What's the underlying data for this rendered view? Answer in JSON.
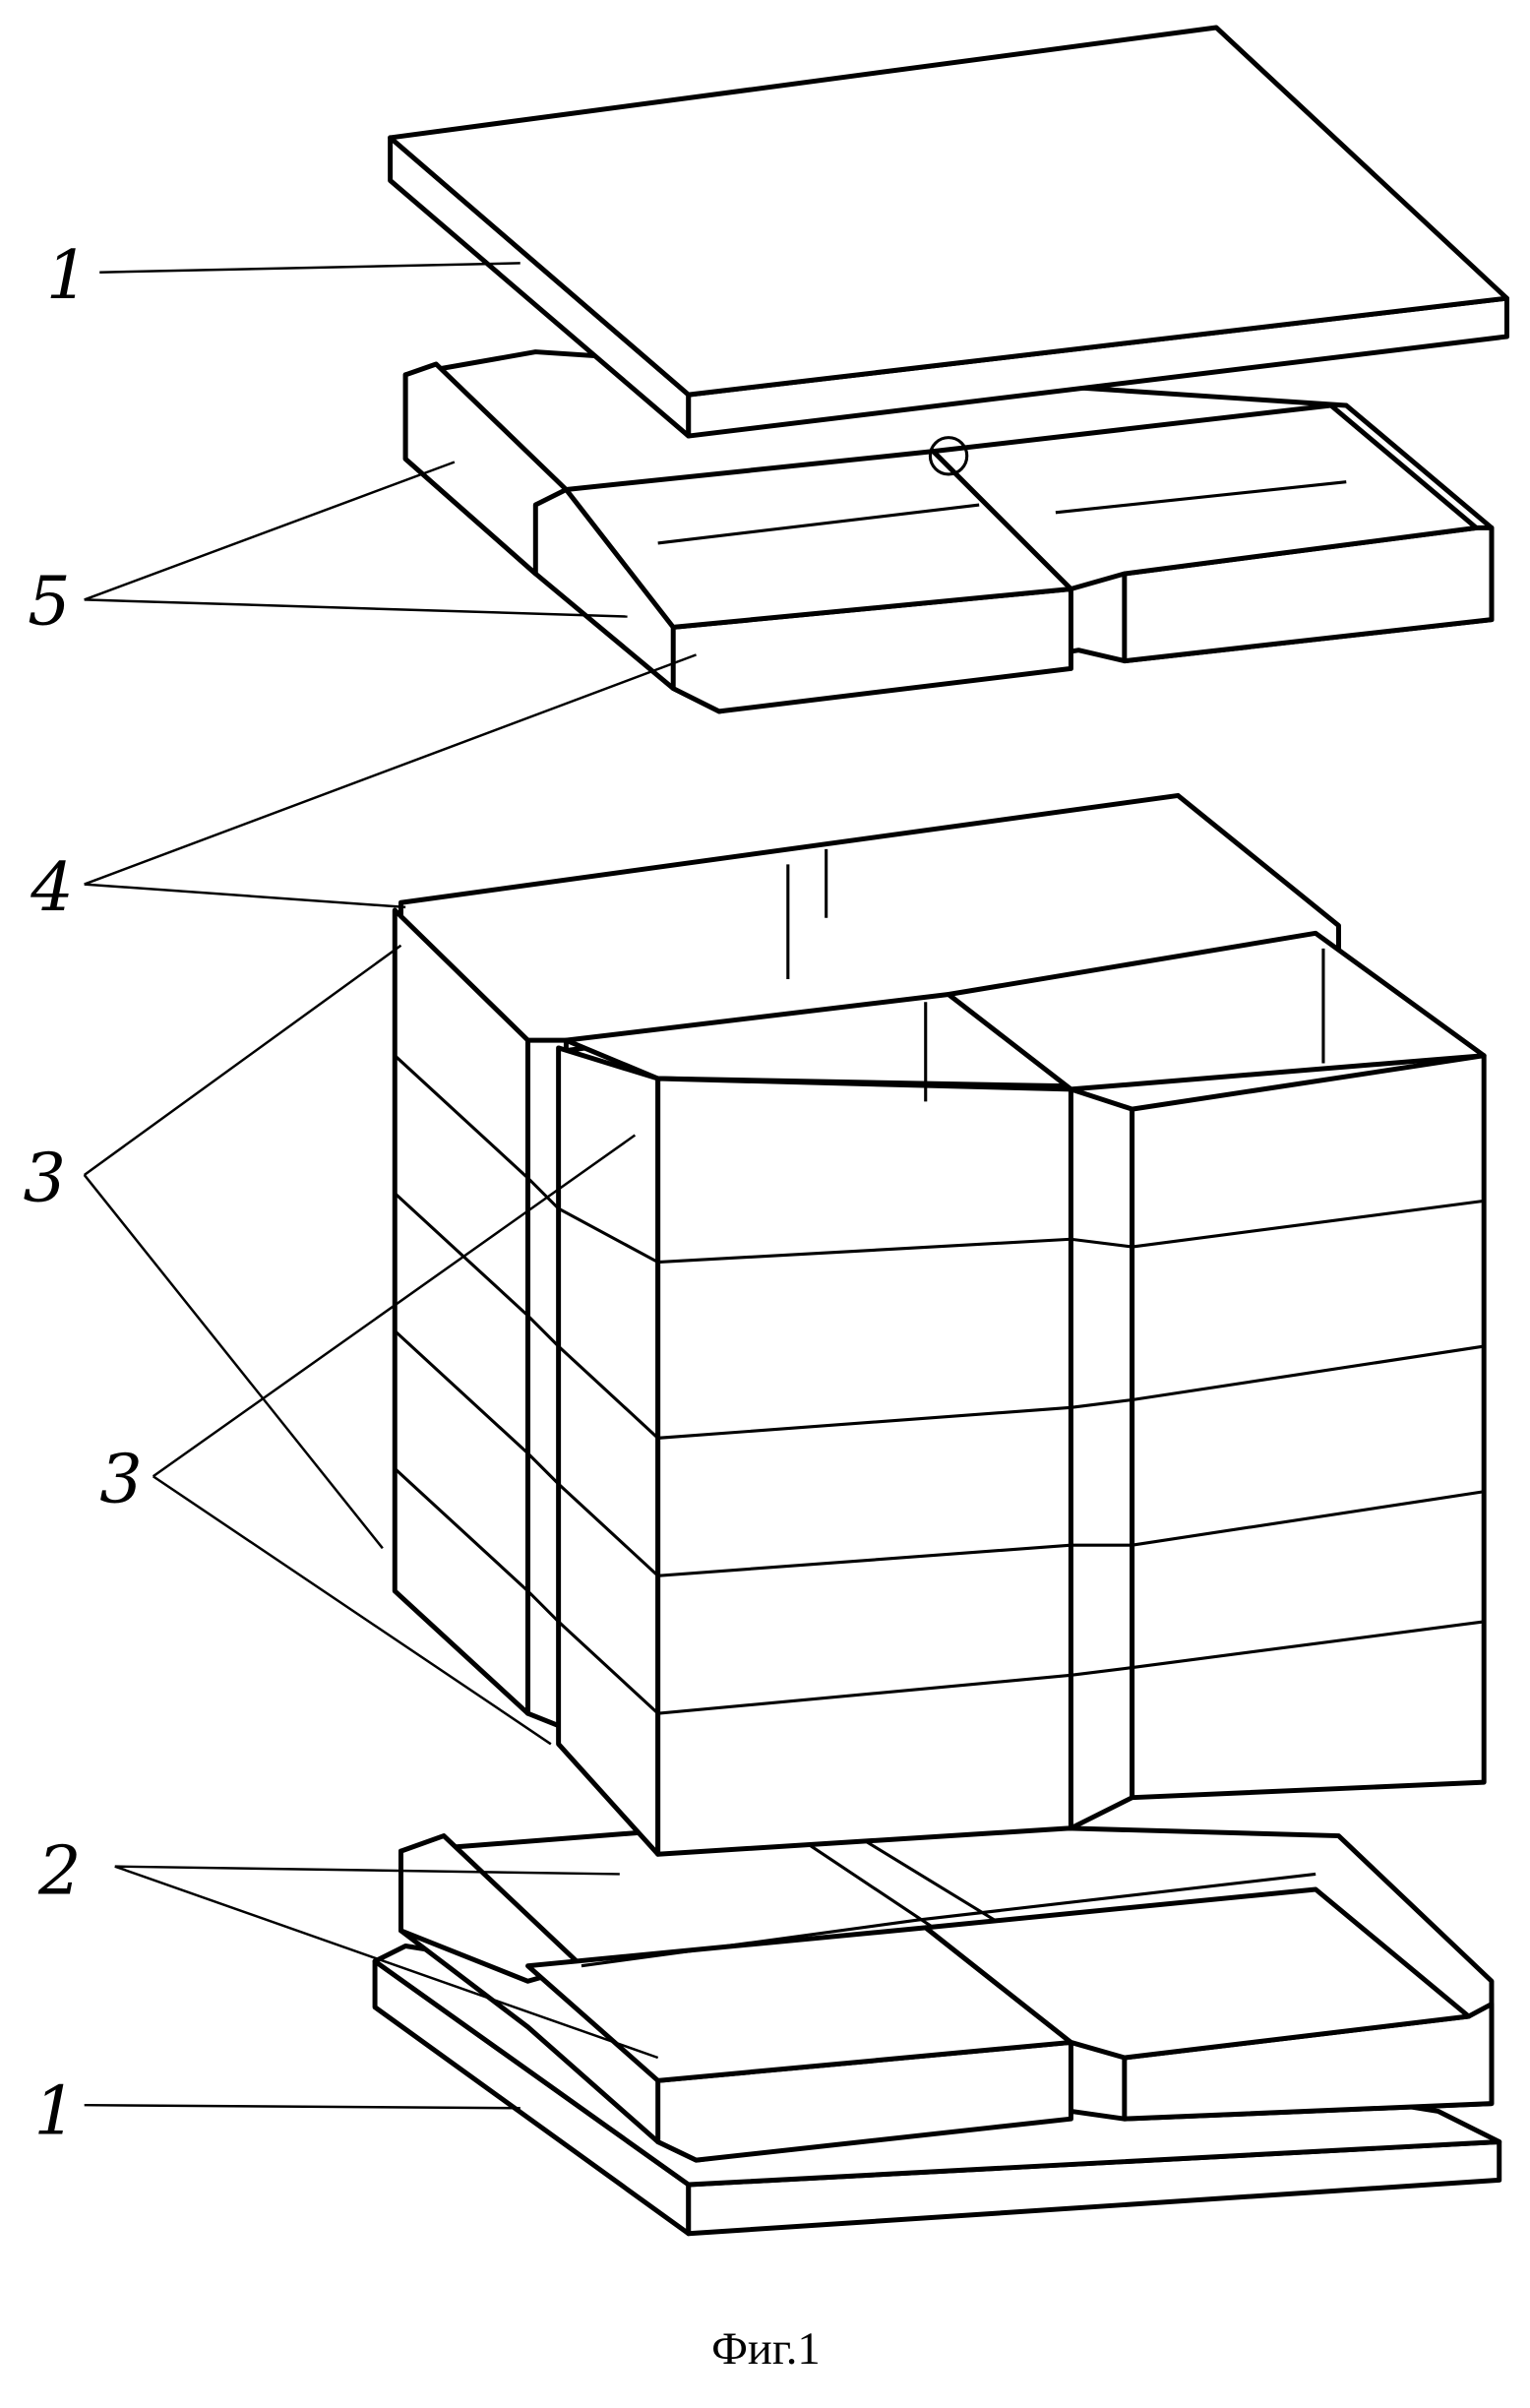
{
  "figure": {
    "caption": "Фиг.1",
    "labels": {
      "top_lid": "1",
      "upper_trays": "5",
      "corner_pieces": "4",
      "rear_columns": "3",
      "front_columns": "3",
      "lower_trays": "2",
      "bottom_lid": "1"
    }
  }
}
